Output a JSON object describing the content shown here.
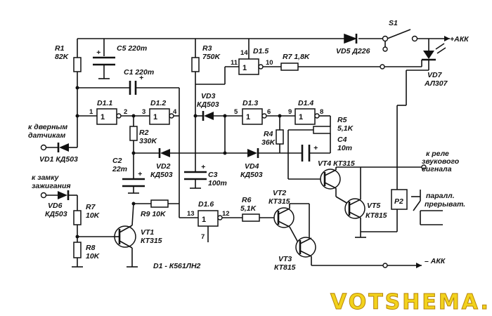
{
  "labels": {
    "r1": "R1",
    "r1_val": "82K",
    "c5": "C5 220m",
    "c1": "C1 220m",
    "r3": "R3",
    "r3_val": "750K",
    "d15": "D1.5",
    "r7a": "R7 1,8K",
    "vd5": "VD5 Д226",
    "s1": "S1",
    "akk_plus": "+АКК",
    "vd7": "VD7",
    "vd7_val": "АЛ307",
    "d11": "D1.1",
    "d12": "D1.2",
    "vd3": "VD3",
    "vd3_val": "КД503",
    "d13": "D1.3",
    "d14": "D1.4",
    "r5": "R5",
    "r5_val": "5,1K",
    "door1": "к дверным",
    "door2": "датчикам",
    "vd1": "VD1 КД503",
    "r2": "R2",
    "r2_val": "330K",
    "r4": "R4",
    "r4_val": "36K",
    "c4": "C4",
    "c4_val": "10m",
    "c2": "C2",
    "c2_val": "22m",
    "vd2": "VD2",
    "vd2_val": "КД503",
    "c3": "C3",
    "c3_val": "100m",
    "vd4": "VD4",
    "vd4_val": "КД503",
    "relay1": "к реле",
    "relay2": "звукового",
    "relay3": "сигнала",
    "vt4": "VT4 КТ315",
    "ign1": "к замку",
    "ign2": "зажигания",
    "vd6": "VD6",
    "vd6_val": "КД503",
    "r7b": "R7",
    "r7b_val": "10K",
    "r9": "R9 10K",
    "d16": "D1.6",
    "r6": "R6",
    "r6_val": "5,1K",
    "vt2": "VT2",
    "vt2_val": "КТ315",
    "p2": "P2",
    "par1": "паралл.",
    "par2": "прерыват.",
    "vt5": "VT5",
    "vt5_val": "КТ815",
    "r8": "R8",
    "r8_val": "10K",
    "vt1": "VT1",
    "vt1_val": "КТ315",
    "vt3": "VT3",
    "vt3_val": "КТ815",
    "akk_minus": "– АКК",
    "d1_note": "D1 - К561ЛН2",
    "gate_symbol": "1",
    "watermark": "VOTSHEMA.RU"
  },
  "pins": {
    "p1": "1",
    "p2": "2",
    "p3": "3",
    "p4": "4",
    "p5": "5",
    "p6": "6",
    "p7": "7",
    "p9": "9",
    "p8": "8",
    "p10": "10",
    "p11": "11",
    "p12": "12",
    "p13": "13",
    "p14": "14"
  },
  "colors": {
    "line": "#111111",
    "watermark_fill": "#f2d21c",
    "watermark_stroke": "#b8860b"
  }
}
